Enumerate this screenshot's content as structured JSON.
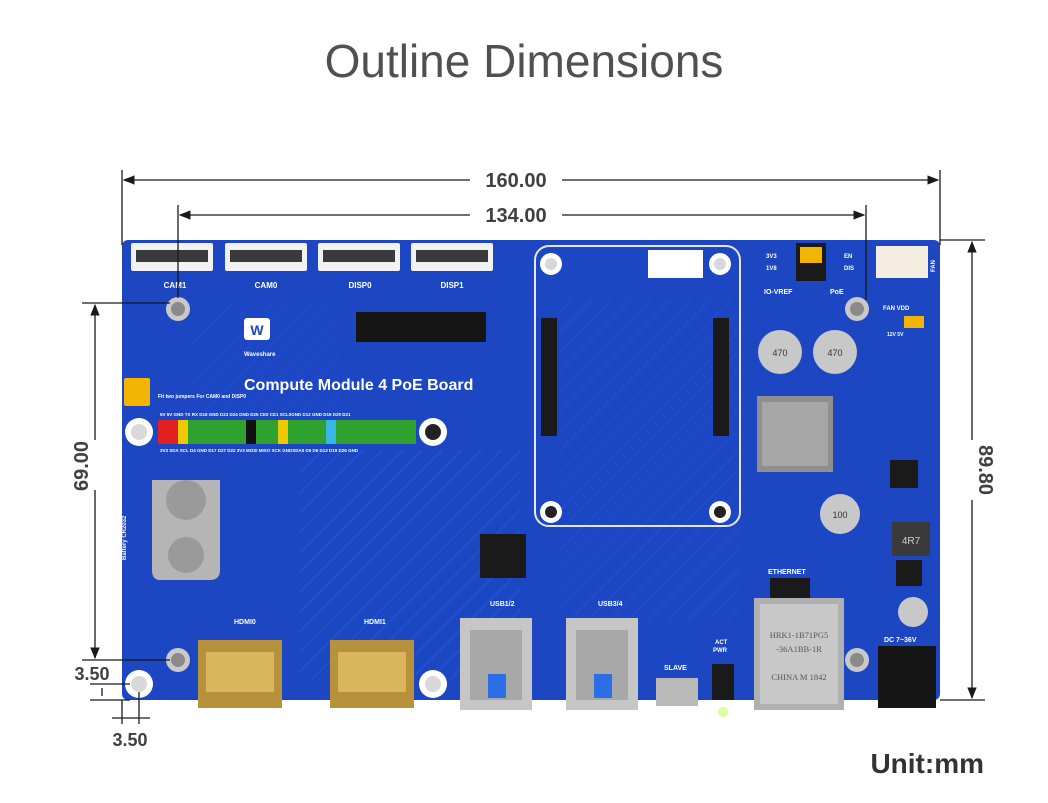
{
  "page": {
    "title": "Outline Dimensions",
    "unit": "Unit:mm"
  },
  "dimensions": {
    "overall_width": "160.00",
    "hole_span_width": "134.00",
    "overall_height": "89.80",
    "hole_span_height": "69.00",
    "hole_offset_vertical": "3.50",
    "hole_offset_horizontal": "3.50"
  },
  "board": {
    "name": "Compute Module 4 PoE Board",
    "brand": "Waveshare",
    "connectors": {
      "cam1": "CAM1",
      "cam0": "CAM0",
      "disp0": "DISP0",
      "disp1": "DISP1",
      "io_vref": "IO-VREF",
      "poe": "PoE",
      "fan_vdd": "FAN VDD",
      "fan_v": "12V  5V",
      "fan": "FAN",
      "hdmi0": "HDMI0",
      "hdmi1": "HDMI1",
      "usb12": "USB1/2",
      "usb34": "USB3/4",
      "slave": "SLAVE",
      "act": "ACT",
      "pwr": "PWR",
      "ethernet": "ETHERNET",
      "dc_in": "DC 7~36V",
      "battery": "Battery CR2032",
      "jumper_note": "Fit two jumpers For CAM0 and DISP0",
      "en": "EN",
      "dis": "DIS",
      "v3v3": "3V3",
      "v1v8": "1V8"
    },
    "magjack": {
      "line1": "HRK1-1B71PG5",
      "line2": "-36A1BB-1R",
      "line3": "CHINA  M 1842"
    },
    "inductor": "4R7",
    "gpio_top_labels": "5V  5V  GND  TX  RX  D18 GND D23 D24 GND D25 CE0 CE1 SCL0GND D12 GND D16 D20 D21",
    "gpio_bottom_labels": "3V3 SDA SCL D4  GND D17 D27 D22 3V3 MOSI MISO SCK GNDSDA0 D5  D6  D13 D19 D26 GND",
    "cap_labels": [
      "470",
      "470",
      "100"
    ]
  },
  "colors": {
    "board": "#1b47c4",
    "dim": "#1a1a1a"
  }
}
